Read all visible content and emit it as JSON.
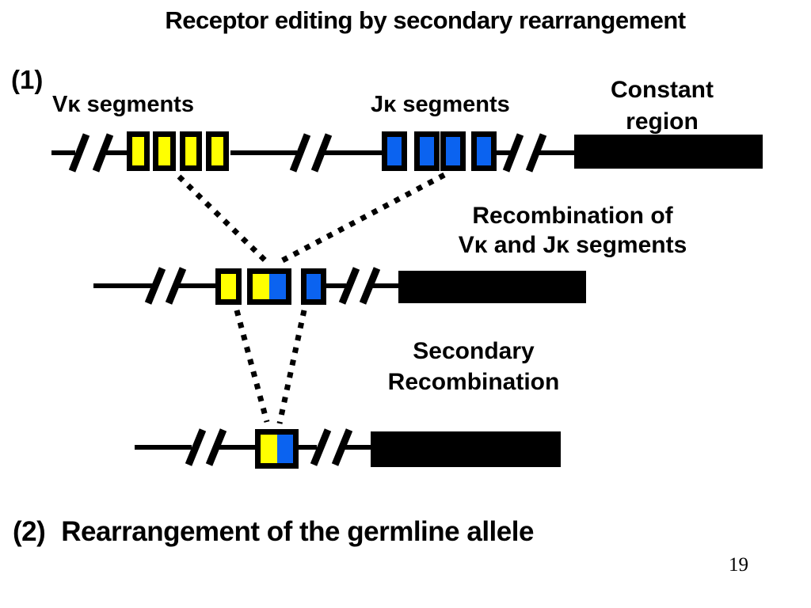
{
  "title": "Receptor editing by secondary rearrangement",
  "step1_marker": "(1)",
  "step2_marker": "(2)",
  "step2_text": "Rearrangement of the germline allele",
  "page_number": "19",
  "labels": {
    "v_segments": "Vκ segments",
    "j_segments": "Jκ segments",
    "constant_line1": "Constant",
    "constant_line2": "region",
    "recombination_line1": "Recombination of",
    "recombination_line2": "Vκ and Jκ segments",
    "secondary_line1": "Secondary",
    "secondary_line2": "Recombination"
  },
  "colors": {
    "v_segment_fill": "#FFFF00",
    "j_segment_fill": "#0B63F0",
    "constant_region_fill": "#000000",
    "line_color": "#000000",
    "background": "#FFFFFF"
  },
  "diagram": {
    "rows": [
      {
        "row": 1,
        "description": "germline allele",
        "v_segments": 4,
        "j_segments": 4,
        "constant_regions": 1
      },
      {
        "row": 2,
        "description": "after recombination of V and J segments",
        "v_segments": 1,
        "vj_joined_pairs": 1,
        "j_segments": 1,
        "constant_regions": 1
      },
      {
        "row": 3,
        "description": "after secondary recombination",
        "vj_joined_pairs": 1,
        "constant_regions": 1
      }
    ]
  }
}
